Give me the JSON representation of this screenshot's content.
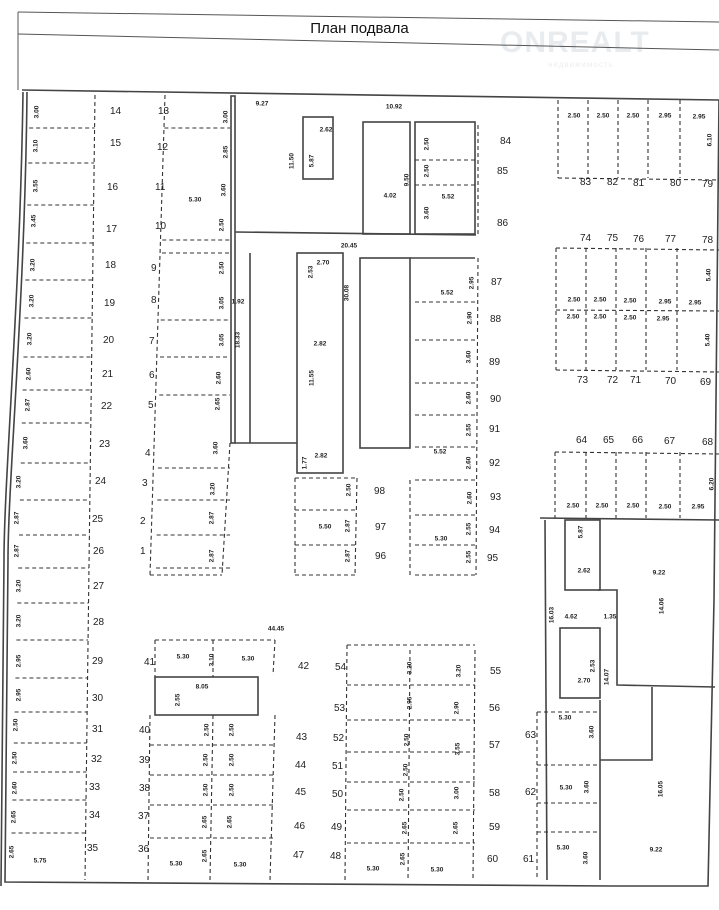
{
  "title": "План подвала",
  "watermark": {
    "brand": "ONREALT",
    "sub": "недвижимость"
  },
  "spots": [
    "1",
    "2",
    "3",
    "4",
    "5",
    "6",
    "7",
    "8",
    "9",
    "10",
    "11",
    "12",
    "13",
    "14",
    "15",
    "16",
    "17",
    "18",
    "19",
    "20",
    "21",
    "22",
    "23",
    "24",
    "25",
    "26",
    "27",
    "28",
    "29",
    "30",
    "31",
    "32",
    "33",
    "34",
    "35",
    "36",
    "37",
    "38",
    "39",
    "40",
    "41",
    "42",
    "43",
    "44",
    "45",
    "46",
    "47",
    "48",
    "49",
    "50",
    "51",
    "52",
    "53",
    "54",
    "55",
    "56",
    "57",
    "58",
    "59",
    "60",
    "61",
    "62",
    "63",
    "64",
    "65",
    "66",
    "67",
    "68",
    "69",
    "70",
    "71",
    "72",
    "73",
    "74",
    "75",
    "76",
    "77",
    "78",
    "79",
    "80",
    "81",
    "82",
    "83",
    "84",
    "85",
    "86",
    "87",
    "88",
    "89",
    "90",
    "91",
    "92",
    "93",
    "94",
    "95",
    "96",
    "97",
    "98"
  ],
  "dimensions": [
    "3.00",
    "3.10",
    "3.55",
    "3.45",
    "3.20",
    "3.20",
    "3.20",
    "2.60",
    "2.87",
    "3.60",
    "3.20",
    "2.87",
    "2.87",
    "3.20",
    "3.20",
    "2.95",
    "2.95",
    "2.50",
    "2.50",
    "2.60",
    "2.65",
    "2.65",
    "5.75",
    "3.00",
    "2.85",
    "3.60",
    "5.30",
    "2.50",
    "2.50",
    "3.05",
    "3.05",
    "2.60",
    "2.65",
    "3.60",
    "3.20",
    "2.87",
    "2.87",
    "9.27",
    "10.92",
    "2.62",
    "5.87",
    "11.50",
    "4.02",
    "9.50",
    "2.50",
    "2.50",
    "5.52",
    "3.60",
    "20.45",
    "2.70",
    "2.53",
    "30.08",
    "1.92",
    "18.33",
    "2.82",
    "11.55",
    "1.77",
    "2.82",
    "2.95",
    "5.52",
    "2.90",
    "3.60",
    "2.60",
    "2.55",
    "5.52",
    "2.60",
    "2.60",
    "2.55",
    "5.30",
    "2.55",
    "2.50",
    "5.50",
    "2.87",
    "2.87",
    "44.45",
    "5.30",
    "3.10",
    "5.30",
    "8.05",
    "2.55",
    "2.50",
    "2.50",
    "2.50",
    "2.50",
    "2.50",
    "2.50",
    "2.65",
    "2.65",
    "2.65",
    "5.30",
    "5.30",
    "3.20",
    "3.20",
    "2.95",
    "2.90",
    "2.50",
    "3.55",
    "2.50",
    "2.50",
    "3.00",
    "2.65",
    "2.65",
    "2.65",
    "5.30",
    "5.30",
    "5.87",
    "2.62",
    "9.22",
    "14.06",
    "16.03",
    "4.62",
    "1.35",
    "2.53",
    "2.70",
    "14.07",
    "5.30",
    "3.60",
    "5.30",
    "3.60",
    "16.05",
    "5.30",
    "3.60",
    "9.22",
    "2.50",
    "2.50",
    "2.50",
    "2.95",
    "2.95",
    "6.10",
    "2.50",
    "2.50",
    "2.50",
    "2.95",
    "2.95",
    "2.50",
    "2.50",
    "2.50",
    "2.95",
    "5.40",
    "5.40",
    "2.50",
    "2.50",
    "2.50",
    "2.50",
    "2.95",
    "6.20"
  ]
}
